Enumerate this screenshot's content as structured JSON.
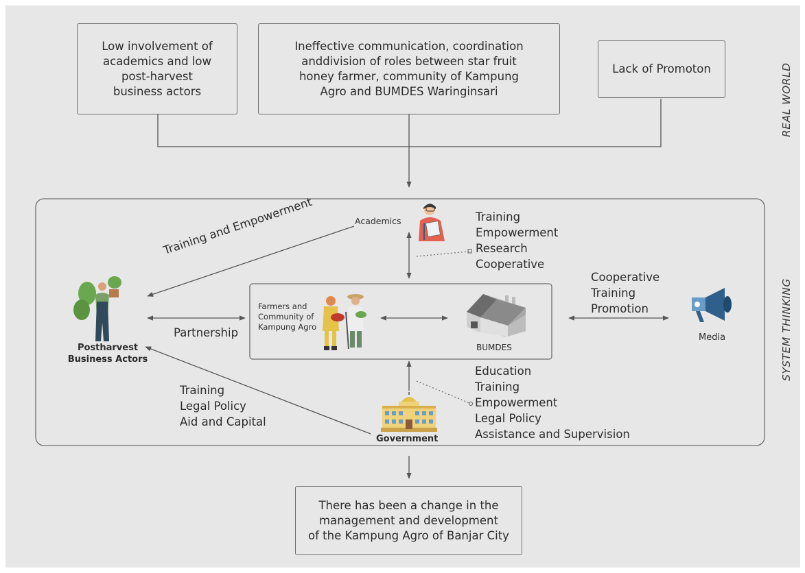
{
  "real_world": {
    "label": "REAL WORLD",
    "problems": [
      "Low involvement of\nacademics and low\npost-harvest\nbusiness actors",
      "Ineffective communication, coordination\nanddivision of roles between star fruit\nhoney farmer, community of Kampung\nAgro and BUMDES Waringinsari",
      "Lack of Promoton"
    ]
  },
  "system_thinking": {
    "label": "SYSTEM THINKING",
    "academics": {
      "label": "Academics",
      "roles": "Training\nEmpowerment\nResearch\nCooperative",
      "to_actors": "Training and Empowerment"
    },
    "actors": {
      "label": "Postharvest\nBusiness Actors",
      "partnership": "Partnership"
    },
    "center": {
      "farmers": "Farmers and\nCommunity of\nKampung Agro",
      "bumdes": "BUMDES"
    },
    "media": {
      "label": "Media",
      "roles": "Cooperative\nTraining\nPromotion"
    },
    "government": {
      "label": "Government",
      "roles": "Education\nTraining\nEmpowerment\nLegal Policy\nAssistance and Supervision",
      "to_actors": "Training\nLegal Policy\nAid and Capital"
    }
  },
  "outcome": "There has been a change in the\nmanagement and development\nof the Kampung Agro of Banjar City",
  "colors": {
    "background": "#e7e7e7",
    "line": "#555555",
    "accent_blue": "#2f5f8a",
    "accent_red": "#e2624f",
    "accent_green": "#6aa84f"
  }
}
